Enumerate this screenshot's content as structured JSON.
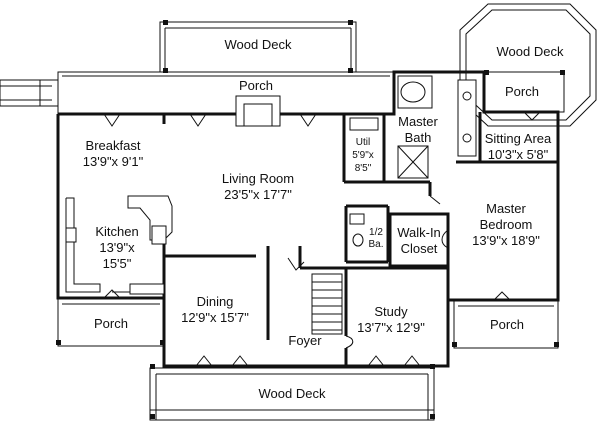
{
  "rooms": {
    "wood_deck_top": "Wood Deck",
    "wood_deck_right": "Wood Deck",
    "wood_deck_bottom": "Wood Deck",
    "porch_top": "Porch",
    "porch_right_top": "Porch",
    "porch_left": "Porch",
    "porch_right_bottom": "Porch",
    "breakfast": {
      "name": "Breakfast",
      "size": "13'9\"x 9'1\""
    },
    "living_room": {
      "name": "Living Room",
      "size": "23'5\"x 17'7\""
    },
    "util": {
      "name": "Util",
      "size1": "5'9\"x",
      "size2": "8'5\""
    },
    "master_bath": {
      "name1": "Master",
      "name2": "Bath"
    },
    "sitting_area": {
      "name": "Sitting Area",
      "size": "10'3\"x 5'8\""
    },
    "kitchen": {
      "name": "Kitchen",
      "size1": "13'9\"x",
      "size2": "15'5\""
    },
    "half_bath": {
      "name1": "1/2",
      "name2": "Ba."
    },
    "walk_in_closet": {
      "name1": "Walk-In",
      "name2": "Closet"
    },
    "master_bedroom": {
      "name1": "Master",
      "name2": "Bedroom",
      "size": "13'9\"x 18'9\""
    },
    "dining": {
      "name": "Dining",
      "size": "12'9\"x 15'7\""
    },
    "foyer": "Foyer",
    "study": {
      "name": "Study",
      "size": "13'7\"x 12'9\""
    }
  }
}
